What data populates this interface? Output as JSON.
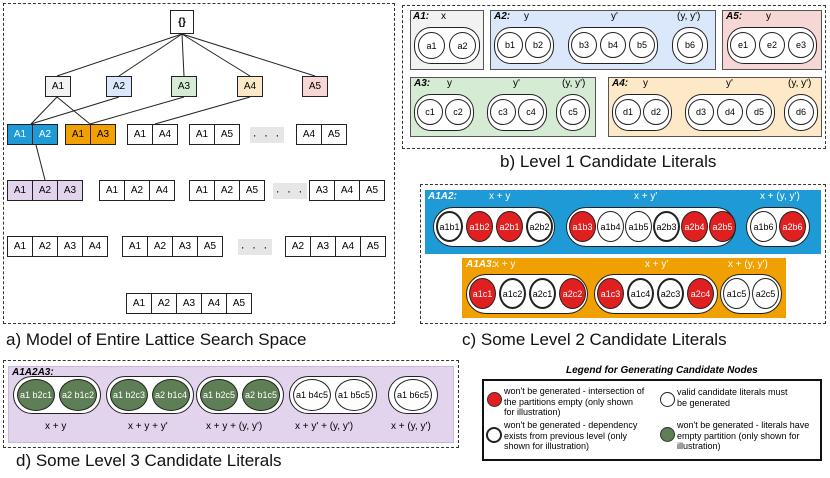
{
  "captions": {
    "a": "a) Model of Entire Lattice Search Space",
    "b": "b) Level 1 Candidate Literals",
    "c": "c) Some Level 2 Candidate Literals",
    "d": "d) Some Level 3 Candidate Literals"
  },
  "lattice": {
    "root": "{}",
    "level1": [
      "A1",
      "A2",
      "A3",
      "A4",
      "A5"
    ],
    "level1_colors": [
      "#f2f2f2",
      "#dbe8fb",
      "#d6ebd4",
      "#fde9c8",
      "#f7d6d6"
    ],
    "A1A2": [
      "A1",
      "A2"
    ],
    "A1A3": [
      "A1",
      "A3"
    ],
    "l2": [
      [
        "A1",
        "A4"
      ],
      [
        "A1",
        "A5"
      ],
      [
        "A4",
        "A5"
      ]
    ],
    "A1A2A3": [
      "A1",
      "A2",
      "A3"
    ],
    "l3": [
      [
        "A1",
        "A2",
        "A4"
      ],
      [
        "A1",
        "A2",
        "A5"
      ],
      [
        "A3",
        "A4",
        "A5"
      ]
    ],
    "l4": [
      [
        "A1",
        "A2",
        "A3",
        "A4"
      ],
      [
        "A1",
        "A2",
        "A3",
        "A5"
      ],
      [
        "A2",
        "A3",
        "A4",
        "A5"
      ]
    ],
    "l5": [
      "A1",
      "A2",
      "A3",
      "A4",
      "A5"
    ],
    "ellipsis": "· · ·"
  },
  "level1_candidates": {
    "A1": {
      "name": "A1:",
      "x": "x",
      "lits": [
        "a1",
        "a2"
      ]
    },
    "A2": {
      "name": "A2:",
      "y": "y",
      "yp": "y'",
      "yy": "(y, y')",
      "g1": [
        "b1",
        "b2"
      ],
      "g2": [
        "b3",
        "b4",
        "b5"
      ],
      "g3": [
        "b6"
      ]
    },
    "A5": {
      "name": "A5:",
      "y": "y",
      "lits": [
        "e1",
        "e2",
        "e3"
      ]
    },
    "A3": {
      "name": "A3:",
      "y": "y",
      "yp": "y'",
      "yy": "(y, y')",
      "g1": [
        "c1",
        "c2"
      ],
      "g2": [
        "c3",
        "c4"
      ],
      "g3": [
        "c5"
      ]
    },
    "A4": {
      "name": "A4:",
      "y": "y",
      "yp": "y'",
      "yy": "(y, y')",
      "g1": [
        "d1",
        "d2"
      ],
      "g2": [
        "d3",
        "d4",
        "d5"
      ],
      "g3": [
        "d6"
      ]
    }
  },
  "level2": {
    "A1A2": {
      "name": "A1A2:",
      "h1": "x + y",
      "h2": "x + y'",
      "h3": "x + (y, y')",
      "c1": [
        [
          "a1",
          "b1"
        ],
        [
          "a1",
          "b2"
        ],
        [
          "a2",
          "b1"
        ],
        [
          "a2",
          "b2"
        ]
      ],
      "c2": [
        [
          "a1",
          "b3"
        ],
        [
          "a1",
          "b4"
        ],
        [
          "a1",
          "b5"
        ],
        [
          "a2",
          "b3"
        ],
        [
          "a2",
          "b4"
        ],
        [
          "a2",
          "b5"
        ]
      ],
      "c3": [
        [
          "a1",
          "b6"
        ],
        [
          "a2",
          "b6"
        ]
      ]
    },
    "A1A3": {
      "name": "A1A3:",
      "h1": "x + y",
      "h2": "x + y'",
      "h3": "x + (y, y')",
      "c1": [
        [
          "a1",
          "c1"
        ],
        [
          "a1",
          "c2"
        ],
        [
          "a2",
          "c1"
        ],
        [
          "a2",
          "c2"
        ]
      ],
      "c2": [
        [
          "a1",
          "c3"
        ],
        [
          "a1",
          "c4"
        ],
        [
          "a2",
          "c3"
        ],
        [
          "a2",
          "c4"
        ]
      ],
      "c3": [
        [
          "a1",
          "c5"
        ],
        [
          "a2",
          "c5"
        ]
      ]
    }
  },
  "level3": {
    "name": "A1A2A3:",
    "groups": [
      {
        "circles": [
          [
            "a1 b2",
            "c1"
          ],
          [
            "a2 b1",
            "c2"
          ]
        ],
        "label": "x + y"
      },
      {
        "circles": [
          [
            "a1 b2",
            "c3"
          ],
          [
            "a2 b1",
            "c4"
          ]
        ],
        "label": "x + y + y'"
      },
      {
        "circles": [
          [
            "a1 b2",
            "c5"
          ],
          [
            "a2 b1",
            "c5"
          ]
        ],
        "label": "x + y + (y, y')"
      },
      {
        "circles": [
          [
            "a1 b4",
            "c5"
          ],
          [
            "a1 b5",
            "c5"
          ]
        ],
        "label": "x + y' + (y, y')"
      },
      {
        "circles": [
          [
            "a1 b6",
            "c5"
          ]
        ],
        "label": "x + (y, y')"
      }
    ]
  },
  "legend": {
    "title": "Legend for Generating Candidate Nodes",
    "red": "won't be generated - intersection of the partitions empty (only shown for illustration)",
    "white": "valid candidate literals must be generated",
    "thick": "won't be generated - dependency exists from previous level (only shown for illustration)",
    "green": "won't be generated - literals have empty partition (only shown for illustration)"
  },
  "colors": {
    "blue": "#1e9ad6",
    "orange": "#f0a000",
    "purple": "#e3d4ee",
    "red": "#e02020",
    "green": "#5e7e55"
  }
}
